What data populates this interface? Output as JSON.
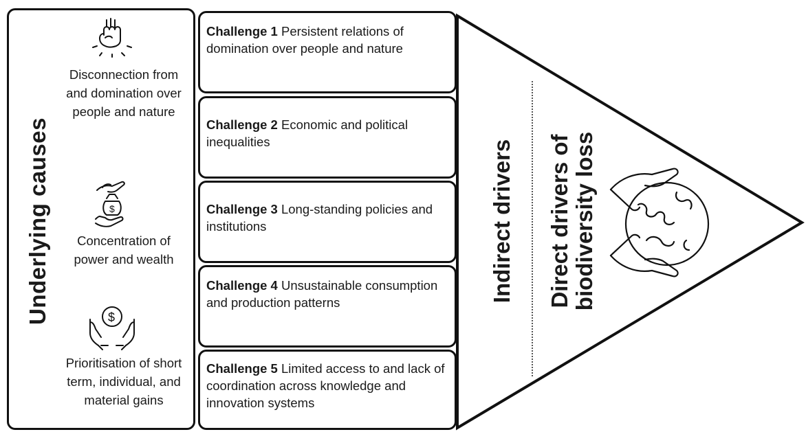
{
  "underlying_causes": {
    "title": "Underlying causes",
    "causes": [
      {
        "icon": "fist-icon",
        "text": "Disconnection from and domination over people and nature"
      },
      {
        "icon": "money-bag-hands-icon",
        "text": "Concentration of power and wealth"
      },
      {
        "icon": "dollar-coin-hands-icon",
        "text": "Prioritisation of short term, individual, and material gains"
      }
    ]
  },
  "challenges": [
    {
      "label": "Challenge 1",
      "text": "Persistent relations of domination over people and nature"
    },
    {
      "label": "Challenge 2",
      "text": "Economic and political inequalities"
    },
    {
      "label": "Challenge 3",
      "text": "Long-standing policies and institutions"
    },
    {
      "label": "Challenge 4",
      "text": "Unsustainable consumption and production patterns"
    },
    {
      "label": "Challenge 5",
      "text": "Limited access to and lack of coordination across knowledge and innovation systems"
    }
  ],
  "indirect_drivers": {
    "label": "Indirect drivers"
  },
  "direct_drivers": {
    "label_line1": "Direct drivers of",
    "label_line2": "biodiversity loss",
    "icon": "hands-holding-globe-icon"
  }
}
